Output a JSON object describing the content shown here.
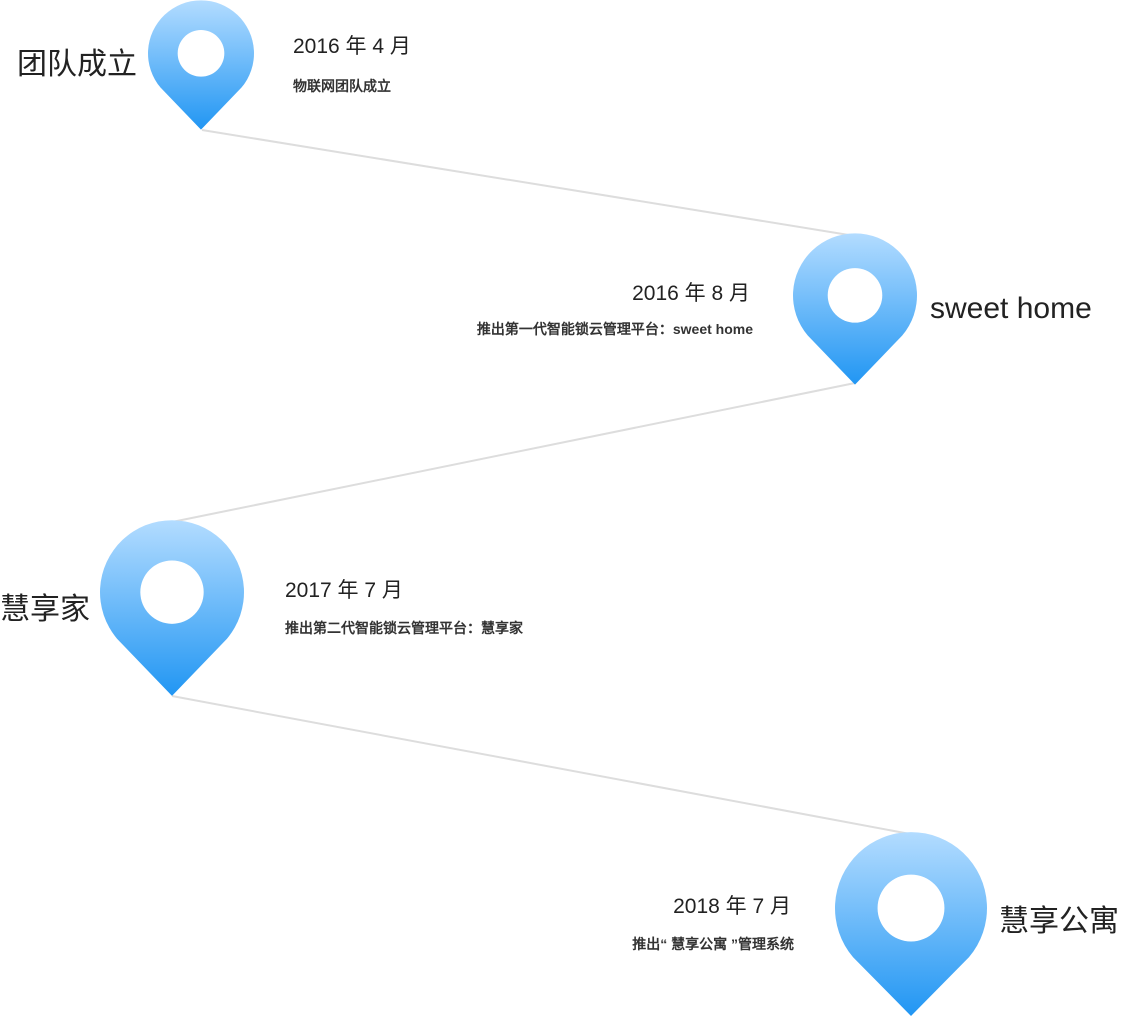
{
  "colors": {
    "pin_top": "#b3dcff",
    "pin_bottom": "#2196f3",
    "connector": "#dddddd",
    "text": "#222222"
  },
  "milestones": [
    {
      "title": "团队成立",
      "date": "2016 年 4 月",
      "description": "物联网团队成立"
    },
    {
      "title": "sweet home",
      "date": "2016 年 8 月",
      "description": "推出第一代智能锁云管理平台：sweet  home"
    },
    {
      "title": "慧享家",
      "date": "2017 年 7 月",
      "description": "推出第二代智能锁云管理平台：慧享家"
    },
    {
      "title": "慧享公寓",
      "date": "2018 年 7 月",
      "description": "推出“ 慧享公寓 ”管理系统"
    }
  ]
}
